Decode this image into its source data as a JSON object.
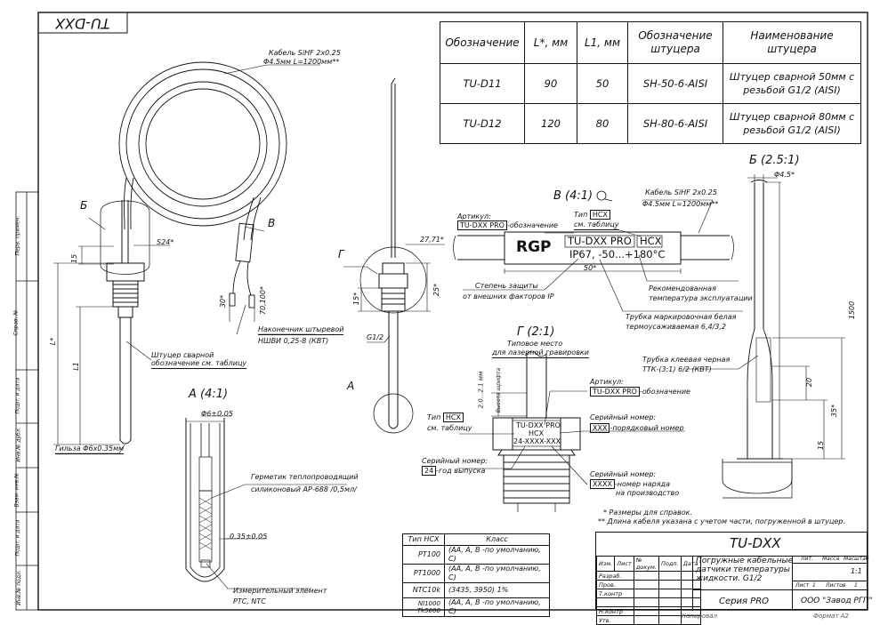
{
  "frame": {
    "corner_title": "TU-DXX",
    "side_labels": [
      "Перв. примен.",
      "Справ. №",
      "Подп. и дата",
      "Инв.№ дубл.",
      "Взам. инв.№",
      "Подп. и дата",
      "Инв.№ подл."
    ]
  },
  "spec_table": {
    "headers": [
      "Обозначение",
      "L*, мм",
      "L1, мм",
      "Обозначение штуцера",
      "Наименование штуцера"
    ],
    "rows": [
      [
        "TU-D11",
        "90",
        "50",
        "SH-50-6-AISI",
        "Штуцер сварной 50мм с резьбой G1/2 (AISI)"
      ],
      [
        "TU-D12",
        "120",
        "80",
        "SH-80-6-AISI",
        "Штуцер сварной 80мм с резьбой G1/2 (AISI)"
      ]
    ]
  },
  "main_view": {
    "cable_line1": "Кабель SiHF 2x0.25",
    "cable_line2": "Φ4.5мм L=1200мм**",
    "label_b": "Б",
    "label_v": "В",
    "dim_s24": "S24*",
    "dim_15": "15",
    "dim_L": "L*",
    "dim_L1": "L1",
    "dim_30": "30*",
    "dim_70": "70,100*",
    "fitting_line1": "Штуцер сварной",
    "fitting_line2": "обозначение см. таблицу",
    "tip_line1": "Наконечник штыревой",
    "tip_line2": "НШВИ 0,25-8 (КВТ)",
    "sleeve": "Гильза Φ6x0.35мм"
  },
  "view_g_side": {
    "label_g": "Г",
    "label_a": "А",
    "dim_2771": "27,71*",
    "dim_15": "15*",
    "dim_25": "25*",
    "thread": "G1/2"
  },
  "view_v": {
    "title": "В (4:1)",
    "article_label": "Артикул:",
    "article_code": "TU-DXX PRO",
    "article_note": "-обозначение",
    "type_label": "Тип",
    "type_code": "HCX",
    "type_note": "см. таблицу",
    "cable_line1": "Кабель SiHF 2x0.25",
    "cable_line2": "Φ4.5мм L=1200мм**",
    "band_logo": "RGP",
    "band_line1": "TU-DXX PRO",
    "band_code": "HCX",
    "band_line2": "IP67, -50...+180°C",
    "dim_50": "50*",
    "ip_line1": "Степень защиты",
    "ip_line2": "от внешних факторов IP",
    "temp_line1": "Рекомендованная",
    "temp_line2": "температура эксплуатации",
    "tube_line1": "Трубка маркировочная белая",
    "tube_line2": "термоусаживаемая 6,4/3,2"
  },
  "view_g": {
    "title": "Г (2:1)",
    "laser_line1": "Типовое место",
    "laser_line2": "для лазерной гравировки",
    "dim_height": "2.0...2.1 мм",
    "dim_font": "Высота шрифта",
    "article_label": "Артикул:",
    "article_code": "TU-DXX PRO",
    "article_note": "-обозначение",
    "engrave_1": "TU-DXX PRO",
    "engrave_2": "HCX",
    "engrave_3": "24-XXXX-XXX",
    "type_label": "Тип",
    "type_code": "HCX",
    "type_note": "см. таблицу",
    "serial_label": "Серийный номер:",
    "serial_xxx": "XXX",
    "serial_xxx_note": "-порядковый номер",
    "serial_year_code": "24",
    "serial_year_note": "-год выпуска",
    "serial_xxxx": "XXXX",
    "serial_xxxx_line1": "-номер наряда",
    "serial_xxxx_line2": "на производство"
  },
  "view_b": {
    "title": "Б (2.5:1)",
    "dim_45": "Φ4.5*",
    "dim_1500": "1500",
    "dim_20": "20",
    "dim_35": "35*",
    "dim_15": "15",
    "tube_line1": "Трубка клеевая черная",
    "tube_line2": "ТТК-(3:1) 6/2 (КВТ)"
  },
  "view_a": {
    "title": "А (4:1)",
    "dim_6": "Φ6±0.05",
    "dim_035": "0.35±0.05",
    "sealant_line1": "Герметик теплопроводящий",
    "sealant_line2": "силиконовый АР-688 /0,5мл/",
    "element_line1": "Измерительный элемент",
    "element_line2": "PTC, NTC"
  },
  "notes": {
    "n1": "* Размеры для справок.",
    "n2": "** Длина кабеля указана с учетом части, погруженной в штуцер."
  },
  "class_table": {
    "headers": [
      "Тип HCX",
      "Класс"
    ],
    "rows": [
      [
        "PT100",
        "(AA, A, B -по умолчанию, C)"
      ],
      [
        "PT1000",
        "(AA, A, B -по умолчанию, C)"
      ],
      [
        "NTC10k",
        "(3435, 3950) 1%"
      ],
      [
        "NI1000 Tk5000",
        "(AA, A, B -по умолчанию, C)"
      ]
    ]
  },
  "title_block": {
    "code": "TU-DXX",
    "name_line1": "Погружные кабельные",
    "name_line2": "датчики температуры",
    "name_line3": "жидкости. G1/2",
    "series": "Серия PRO",
    "company": "ООО \"Завод РГП\"",
    "lit": "Лит.",
    "mass": "Масса",
    "scale": "Масштаб",
    "scale_value": "1:1",
    "sheet": "Лист",
    "sheet_value": "1",
    "sheets": "Листов",
    "sheets_value": "1",
    "cols": [
      "Изм.",
      "Лист",
      "№ докум.",
      "Подп.",
      "Дата"
    ],
    "roles": [
      "Разраб.",
      "Пров.",
      "Т.контр",
      "",
      "Н.контр",
      "Утв."
    ],
    "copied": "Копировал",
    "format": "Формат А2"
  }
}
